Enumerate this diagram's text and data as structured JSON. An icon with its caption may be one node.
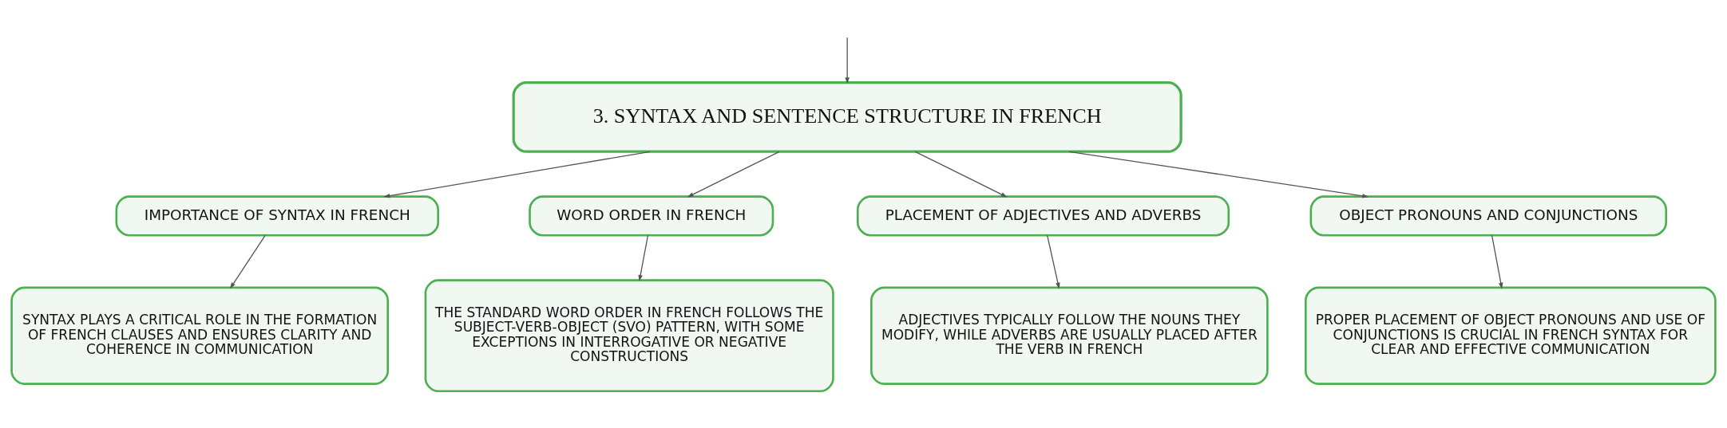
{
  "diagram": {
    "nodes": [
      {
        "text": [
          "3. SYNTAX AND SENTENCE STRUCTURE IN FRENCH"
        ]
      },
      {
        "text": [
          "IMPORTANCE OF SYNTAX IN FRENCH"
        ]
      },
      {
        "text": [
          "WORD ORDER IN FRENCH"
        ]
      },
      {
        "text": [
          "PLACEMENT OF ADJECTIVES AND ADVERBS"
        ]
      },
      {
        "text": [
          "OBJECT PRONOUNS AND CONJUNCTIONS"
        ]
      },
      {
        "text": [
          "SYNTAX PLAYS A CRITICAL ROLE IN THE FORMATION OF FRENCH CLAUSES AND ENSURES CLARITY AND COHERENCE IN COMMUNICATION"
        ]
      },
      {
        "text": [
          "THE STANDARD WORD ORDER IN FRENCH FOLLOWS THE SUBJECT-VERB-OBJECT (SVO) PATTERN, WITH SOME EXCEPTIONS IN INTERROGATIVE OR NEGATIVE CONSTRUCTIONS"
        ]
      },
      {
        "text": [
          "ADJECTIVES TYPICALLY FOLLOW THE NOUNS THEY MODIFY, WHILE ADVERBS ARE USUALLY PLACED AFTER THE VERB IN FRENCH"
        ]
      },
      {
        "text": [
          "PROPER PLACEMENT OF OBJECT PRONOUNS AND USE OF CONJUNCTIONS IS CRUCIAL IN FRENCH SYNTAX FOR CLEAR AND EFFECTIVE COMMUNICATION"
        ]
      }
    ],
    "edges": [
      {
        "from": null,
        "to": 0,
        "arrow": "to"
      },
      {
        "from": 0,
        "to": 1,
        "arrow": "to"
      },
      {
        "from": 0,
        "to": 2,
        "arrow": "to"
      },
      {
        "from": 0,
        "to": 3,
        "arrow": "to"
      },
      {
        "from": 0,
        "to": 4,
        "arrow": "to"
      },
      {
        "from": 1,
        "to": 5,
        "arrow": "to"
      },
      {
        "from": 2,
        "to": 6,
        "arrow": "to"
      },
      {
        "from": 3,
        "to": 7,
        "arrow": "to"
      },
      {
        "from": 4,
        "to": 8,
        "arrow": "to"
      }
    ]
  }
}
